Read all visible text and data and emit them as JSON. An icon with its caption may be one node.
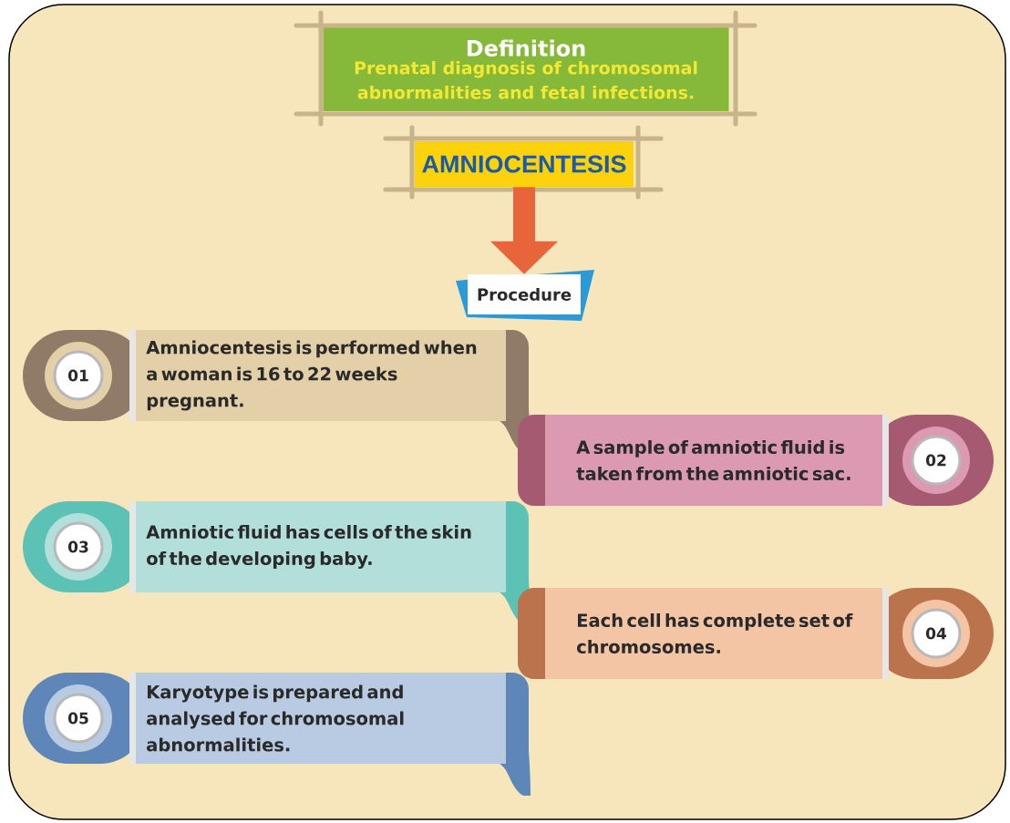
{
  "diagram": {
    "nodes": [
      {
        "text": [
          "Definition",
          "Prenatal diagnosis of chromosomal abnormalities and fetal infections."
        ]
      },
      {
        "text": [
          "AMNIOCENTESIS"
        ]
      },
      {
        "text": [
          "Procedure"
        ]
      },
      {
        "text": [
          "Amniocentesis is performed when a woman is 16 to 22 weeks pregnant."
        ]
      },
      {
        "text": [
          "01"
        ]
      },
      {
        "text": [
          "A sample of amniotic fluid is taken from the amniotic sac."
        ]
      },
      {
        "text": [
          "02"
        ]
      },
      {
        "text": [
          "Amniotic fluid has cells of the skin of the developing baby."
        ]
      },
      {
        "text": [
          "03"
        ]
      },
      {
        "text": [
          "Each cell has complete set of chromosomes."
        ]
      },
      {
        "text": [
          "04"
        ]
      },
      {
        "text": [
          "Karyotype is prepared and analysed for chromosomal abnormalities."
        ]
      },
      {
        "text": [
          "05"
        ]
      }
    ],
    "edges": [
      {
        "from": 1,
        "to": 2,
        "arrow": "to",
        "color": "#e8643a"
      }
    ]
  }
}
